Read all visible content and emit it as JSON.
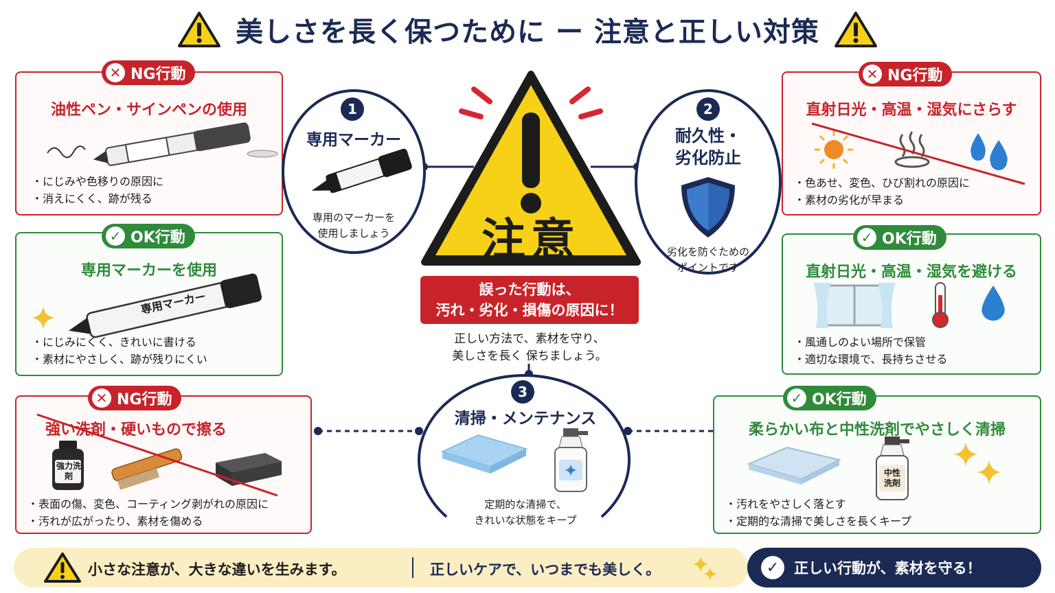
{
  "title": "美しさを長く保つために ー 注意と正しい対策",
  "colors": {
    "ng": "#c8232a",
    "ok": "#2e8b3a",
    "navy": "#1b2a55",
    "warning_yellow": "#f7d117"
  },
  "cards": {
    "ng1": {
      "badge": "NG行動",
      "title": "油性ペン・サインペンの使用",
      "bullets": [
        "にじみや色移りの原因に",
        "消えにくく、跡が残る"
      ]
    },
    "ok1": {
      "badge": "OK行動",
      "title": "専用マーカーを使用",
      "marker_label": "専用マーカー",
      "bullets": [
        "にじみにくく、きれいに書ける",
        "素材にやさしく、跡が残りにくい"
      ]
    },
    "ng2": {
      "badge": "NG行動",
      "title": "強い洗剤・硬いもので擦る",
      "bottle_label": "強力洗剤",
      "bullets": [
        "表面の傷、変色、コーティング剥がれの原因に",
        "汚れが広がったり、素材を傷める"
      ]
    },
    "ng3": {
      "badge": "NG行動",
      "title": "直射日光・高温・湿気にさらす",
      "bullets": [
        "色あせ、変色、ひび割れの原因に",
        "素材の劣化が早まる"
      ]
    },
    "ok2": {
      "badge": "OK行動",
      "title": "直射日光・高温・湿気を避ける",
      "bullets": [
        "風通しのよい場所で保管",
        "適切な環境で、長持ちさせる"
      ]
    },
    "ok3": {
      "badge": "OK行動",
      "title": "柔らかい布と中性洗剤でやさしく清掃",
      "bottle_label": "中性洗剤",
      "bullets": [
        "汚れをやさしく落とす",
        "定期的な清掃で美しさを長くキープ"
      ]
    }
  },
  "center": {
    "c1": {
      "num": "1",
      "title": "専用マーカー",
      "caption": [
        "専用のマーカーを",
        "使用しましょう"
      ]
    },
    "c2": {
      "num": "2",
      "title": [
        "耐久性・",
        "劣化防止"
      ],
      "caption": [
        "劣化を防ぐための",
        "ポイントです"
      ]
    },
    "c3": {
      "num": "3",
      "title": "清掃・メンテナンス",
      "caption": [
        "定期的な清掃で、",
        "きれいな状態をキープ"
      ]
    },
    "warning_label": "注意",
    "warning_box": [
      "誤った行動は、",
      "汚れ・劣化・損傷の原因に！"
    ],
    "subtext": [
      "正しい方法で、素材を守り、",
      "美しさを長く 保ちましょう。"
    ]
  },
  "footer": {
    "left": "小さな注意が、大きな違いを生みます。",
    "middle": "正しいケアで、いつまでも美しく。",
    "right": "正しい行動が、素材を守る！"
  },
  "icons": [
    "warning-icon",
    "x-icon",
    "check-icon",
    "marker-icon",
    "shield-icon",
    "sun-icon",
    "steam-icon",
    "water-drop-icon",
    "window-icon",
    "thermometer-icon",
    "cloth-icon",
    "spray-bottle-icon",
    "brush-icon",
    "sponge-icon",
    "sparkle-icon"
  ]
}
